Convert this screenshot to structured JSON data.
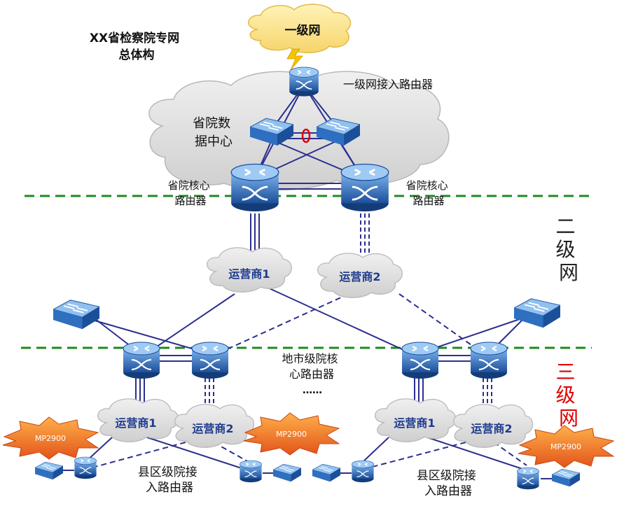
{
  "title": "XX省检察院专网\n总体构",
  "top_cloud_label": "一级网",
  "level1_access_router_label": "一级网接入路由器",
  "provincial_datacenter_label": "省院数\n据中心",
  "provincial_core_router_left_label": "省院核心\n路由器",
  "provincial_core_router_right_label": "省院核心\n路由器",
  "carrier1_label": "运营商1",
  "carrier2_label": "运营商2",
  "level2_label": "二\n级\n网",
  "level3_label": "三\n级\n网",
  "prefecture_core_label": "地市级院核\n心路由器",
  "ellipsis": "……",
  "county_access_label": "县区级院接\n入路由器",
  "mp2900_label": "MP2900",
  "colors": {
    "network_line": "#2b2f8f",
    "divider": "#1e8a1e",
    "level2_text": "#222222",
    "level3_text": "#e00000",
    "cloud_fill": "#e2e2e2",
    "top_cloud_fill": "#ffe89a",
    "burst_fill": "#f07a1e",
    "device_blue": "#2f6fc0"
  }
}
